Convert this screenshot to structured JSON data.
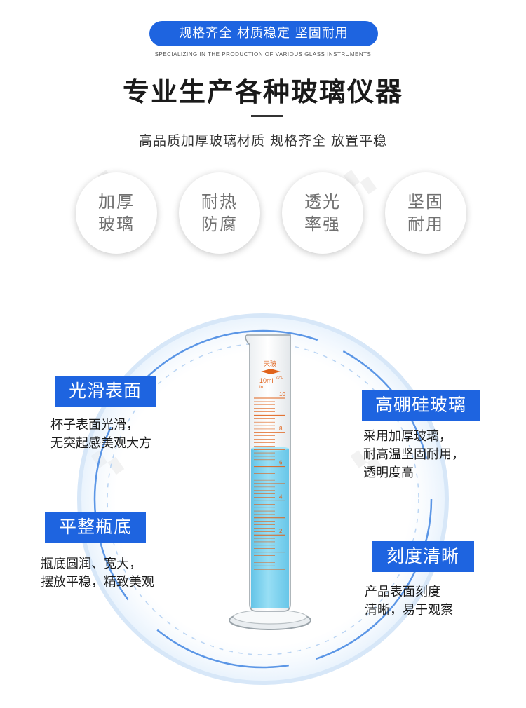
{
  "header": {
    "pill_text": "规格齐全  材质稳定  坚固耐用",
    "subtitle_en": "SPECIALIZING IN THE PRODUCTION OF VARIOUS GLASS INSTRUMENTS",
    "title": "专业生产各种玻璃仪器",
    "tagline": "高品质加厚玻璃材质  规格齐全  放置平稳"
  },
  "features": [
    {
      "line1": "加厚",
      "line2": "玻璃"
    },
    {
      "line1": "耐热",
      "line2": "防腐"
    },
    {
      "line1": "透光",
      "line2": "率强"
    },
    {
      "line1": "坚固",
      "line2": "耐用"
    }
  ],
  "cylinder": {
    "brand": "天玻",
    "capacity": "10ml",
    "temp": "20°C",
    "unit": "In",
    "scale_labels": [
      "10",
      "8",
      "6",
      "4",
      "2"
    ],
    "fill_level": 0.62
  },
  "callouts": {
    "left_top": {
      "title": "光滑表面",
      "lines": [
        "杯子表面光滑，",
        "无突起感美观大方"
      ]
    },
    "left_bottom": {
      "title": "平整瓶底",
      "lines": [
        "瓶底圆润、宽大，",
        "摆放平稳，精致美观"
      ]
    },
    "right_top": {
      "title": "高硼硅玻璃",
      "lines": [
        "采用加厚玻璃，",
        "耐高温坚固耐用，",
        "透明度高"
      ]
    },
    "right_bottom": {
      "title": "刻度清晰",
      "lines": [
        "产品表面刻度",
        "清晰，易于观察"
      ]
    }
  },
  "colors": {
    "accent": "#1e64e0",
    "liquid": "#6fd0ef",
    "scale": "#e0621a"
  }
}
